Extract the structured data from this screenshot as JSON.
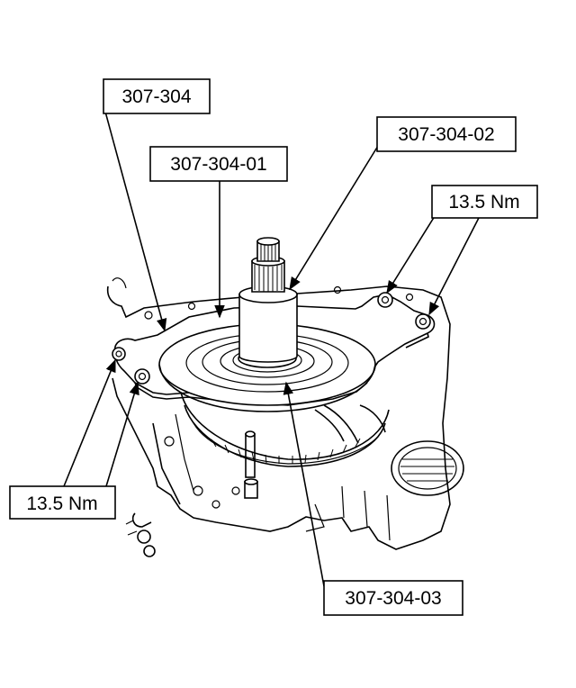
{
  "callouts": {
    "tool_main": "307-304",
    "tool_01": "307-304-01",
    "tool_02": "307-304-02",
    "tool_03": "307-304-03",
    "torque_top": "13.5 Nm",
    "torque_bottom": "13.5 Nm"
  },
  "colors": {
    "line": "#000000",
    "background": "#ffffff"
  }
}
